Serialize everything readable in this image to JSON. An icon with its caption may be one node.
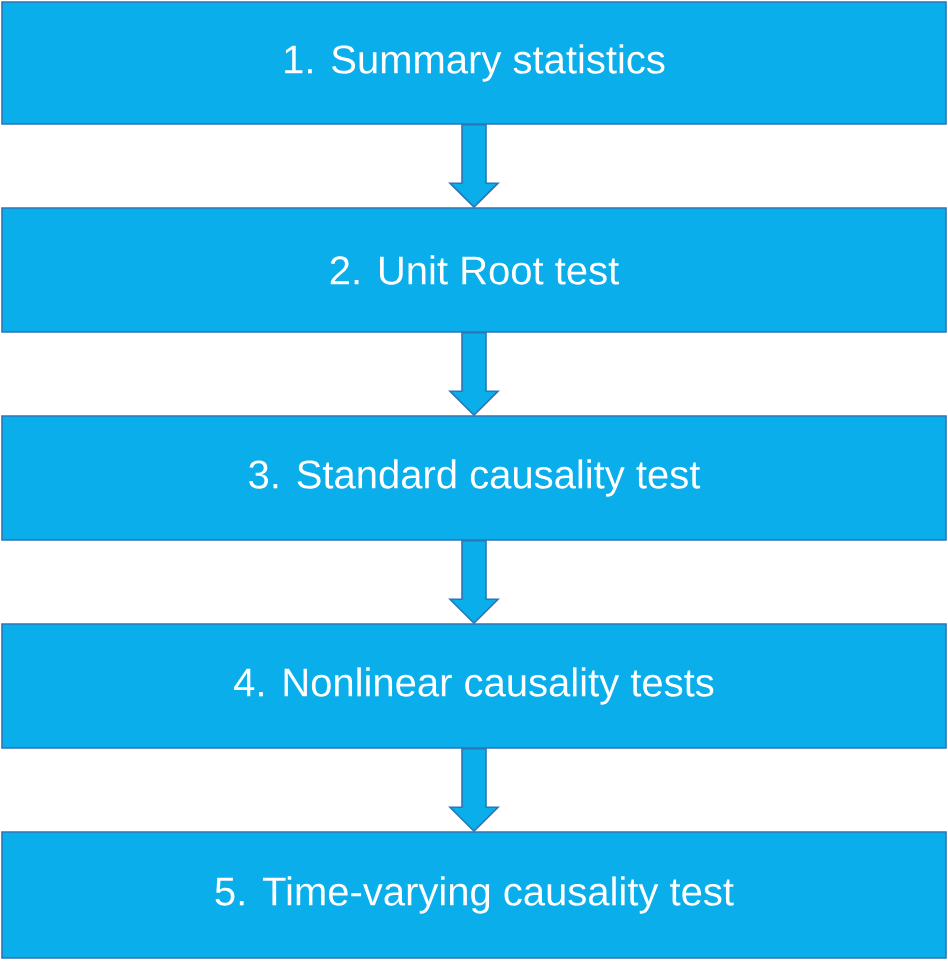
{
  "diagram": {
    "nodes": [
      {
        "text": [
          "1. Summary statistics"
        ]
      },
      {
        "text": [
          "2. Unit Root test"
        ]
      },
      {
        "text": [
          "3. Standard causality test"
        ]
      },
      {
        "text": [
          "4. Nonlinear causality tests"
        ]
      },
      {
        "text": [
          "5. Time-varying causality test"
        ]
      }
    ],
    "edges": [
      {
        "from": 0,
        "to": 1,
        "arrow": "to"
      },
      {
        "from": 1,
        "to": 2,
        "arrow": "to"
      },
      {
        "from": 2,
        "to": 3,
        "arrow": "to"
      },
      {
        "from": 3,
        "to": 4,
        "arrow": "to"
      }
    ]
  }
}
